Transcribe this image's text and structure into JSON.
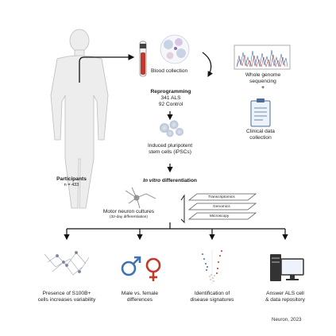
{
  "participants": {
    "label": "Participants",
    "count": "n = 433"
  },
  "blood": {
    "label": "Blood collection"
  },
  "wgs": {
    "line1": "Whole genome",
    "line2": "sequencing",
    "plus": "+"
  },
  "clinical": {
    "line1": "Clinical data",
    "line2": "collection"
  },
  "reprogramming": {
    "title": "Reprogramming",
    "als": "341 ALS",
    "control": "92 Control"
  },
  "ipsc": {
    "line1": "Induced pluripotent",
    "line2": "stem cells (iPSCs)"
  },
  "invitro": {
    "prefix": "In vitro",
    "suffix": " differentiation"
  },
  "motor": {
    "line1": "Motor neuron cultures",
    "line2": "(32-day differentiation)"
  },
  "omics": {
    "transcriptomics": "Transcriptomics",
    "genomics": "Genomics",
    "microscopy": "Microscopy"
  },
  "outcomes": [
    {
      "line1": "Presence of S100B+",
      "line2": "cells increases variability"
    },
    {
      "line1": "Male vs. female",
      "line2": "differences"
    },
    {
      "line1": "Identification of",
      "line2": "disease signatures"
    },
    {
      "line1": "Answer ALS cell",
      "line2": "& data repository"
    }
  ],
  "credit": "Neuron, 2023",
  "colors": {
    "blood": "#c0392b",
    "male": "#3f72b5",
    "female": "#c0392b",
    "body": "#c9c9c9",
    "line": "#111111"
  }
}
